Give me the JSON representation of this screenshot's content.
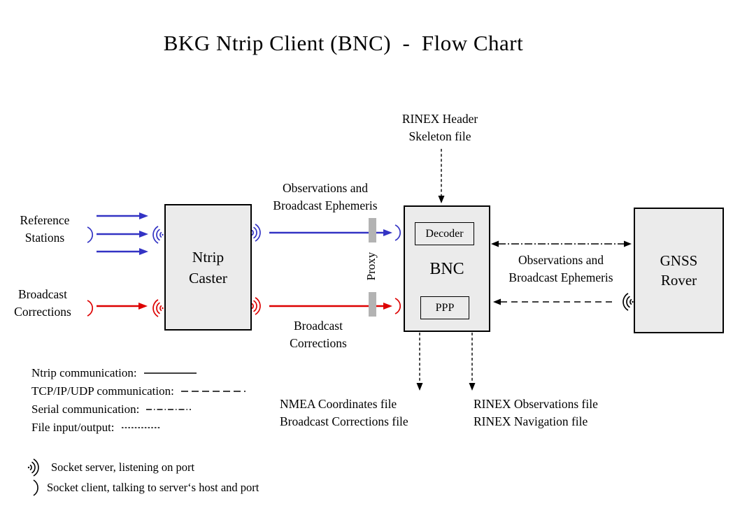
{
  "title": "BKG Ntrip Client (BNC)  -  Flow Chart",
  "boxes": {
    "ntrip_caster": "Ntrip\nCaster",
    "bnc": "BNC",
    "decoder": "Decoder",
    "ppp": "PPP",
    "gnss_rover": "GNSS\nRover"
  },
  "labels": {
    "reference_stations": "Reference\nStations",
    "broadcast_corrections_input": "Broadcast\nCorrections",
    "observations_ephemeris_caster_bnc": "Observations and\nBroadcast Ephemeris",
    "broadcast_corrections_caster_bnc": "Broadcast\nCorrections",
    "rinex_header_skeleton": "RINEX Header\nSkeleton file",
    "proxy": "Proxy",
    "observations_ephemeris_bnc_rover": "Observations and\nBroadcast Ephemeris",
    "nmea_output_files": "NMEA Coordinates file\nBroadcast Corrections file",
    "rinex_output_files": "RINEX Observations file\nRINEX Navigation file"
  },
  "legend": {
    "items": [
      {
        "label": "Ntrip communication:",
        "style": "solid"
      },
      {
        "label": "TCP/IP/UDP communication:",
        "style": "dashed"
      },
      {
        "label": "Serial communication:",
        "style": "dashdot"
      },
      {
        "label": "File input/output:",
        "style": "finedash"
      }
    ],
    "socket_server": "Socket server, listening on port",
    "socket_client": "Socket client, talking to server‘s host and port"
  },
  "colors": {
    "ntrip_blue": "#3333c4",
    "ntrip_red": "#dd0000",
    "box_fill": "#ebebeb",
    "proxy_bar": "#b3b3b3"
  }
}
